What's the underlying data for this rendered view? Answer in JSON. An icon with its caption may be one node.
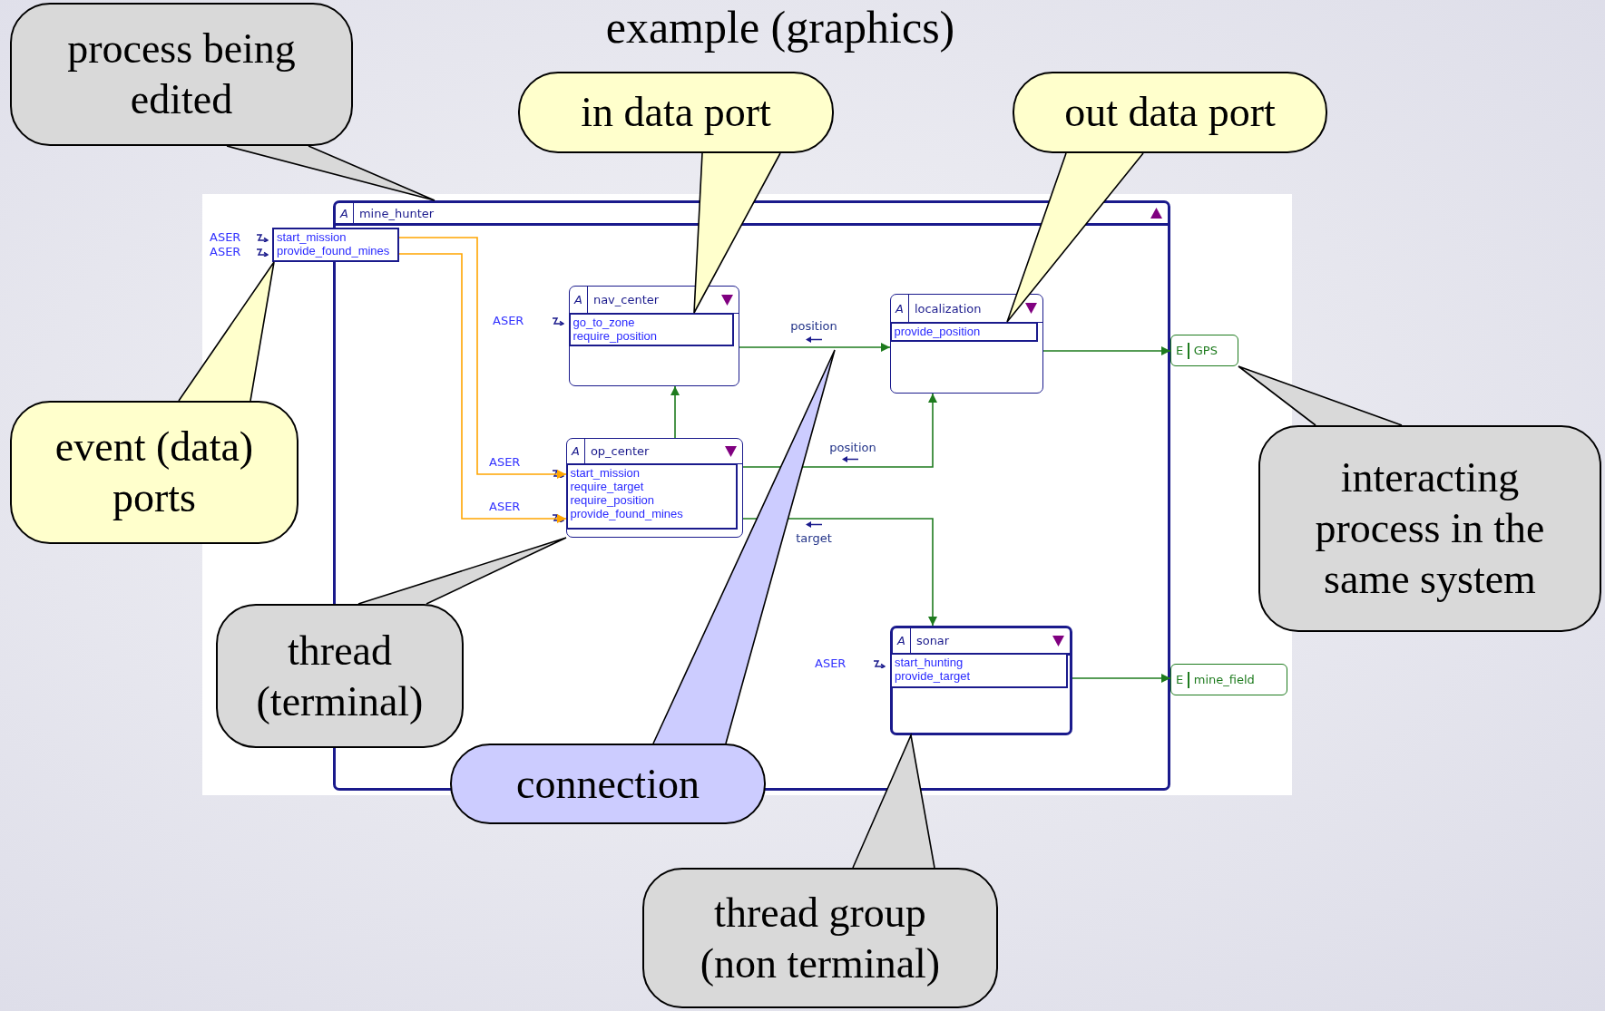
{
  "diagram": {
    "title": "example (graphics)",
    "nodes": [
      {
        "text": [
          "process being edited"
        ]
      },
      {
        "text": [
          "in data port"
        ]
      },
      {
        "text": [
          "out data port"
        ]
      },
      {
        "text": [
          "A",
          "mine_hunter"
        ]
      },
      {
        "text": [
          "start_mission",
          "provide_found_mines"
        ]
      },
      {
        "text": [
          "A",
          "nav_center"
        ],
        "in": 3
      },
      {
        "text": [
          "go_to_zone",
          "require_position"
        ],
        "in": 5
      },
      {
        "text": [
          "A",
          "localization"
        ],
        "in": 3
      },
      {
        "text": [
          "provide_position"
        ],
        "in": 7
      },
      {
        "text": [
          "E",
          "GPS"
        ]
      },
      {
        "text": [
          "event (data) ports"
        ]
      },
      {
        "text": [
          "A",
          "op_center"
        ],
        "in": 3
      },
      {
        "text": [
          "start_mission",
          "require_target",
          "require_position",
          "provide_found_mines"
        ],
        "in": 11
      },
      {
        "text": [
          "interacting process in the same system"
        ]
      },
      {
        "text": [
          "thread (terminal)"
        ]
      },
      {
        "text": [
          "A",
          "sonar"
        ],
        "in": 3
      },
      {
        "text": [
          "start_hunting",
          "provide_target"
        ],
        "in": 15
      },
      {
        "text": [
          "E",
          "mine_field"
        ]
      },
      {
        "text": [
          "connection"
        ]
      },
      {
        "text": [
          "thread group (non terminal)"
        ]
      }
    ],
    "edges": [
      {
        "from": 0,
        "to": 3,
        "arrow": "none"
      },
      {
        "from": 1,
        "to": 6,
        "arrow": "none"
      },
      {
        "from": 2,
        "to": 8,
        "arrow": "none"
      },
      {
        "from": 10,
        "to": 4,
        "arrow": "none"
      },
      {
        "from": 4,
        "to": 12,
        "arrow": "to",
        "color": "#ffa500"
      },
      {
        "from": 4,
        "to": 12,
        "arrow": "to",
        "color": "#ffa500"
      },
      {
        "from": 5,
        "to": 7,
        "arrow": "to",
        "label": "position",
        "color": "#1e7b1e"
      },
      {
        "from": 7,
        "to": 9,
        "arrow": "to",
        "color": "#1e7b1e"
      },
      {
        "from": 11,
        "to": 5,
        "arrow": "to",
        "color": "#1e7b1e"
      },
      {
        "from": 11,
        "to": 7,
        "arrow": "to",
        "label": "position",
        "color": "#1e7b1e"
      },
      {
        "from": 11,
        "to": 15,
        "arrow": "to",
        "label": "target",
        "color": "#1e7b1e"
      },
      {
        "from": 15,
        "to": 17,
        "arrow": "to",
        "color": "#1e7b1e"
      },
      {
        "from": 13,
        "to": 9,
        "arrow": "none"
      },
      {
        "from": 14,
        "to": 11,
        "arrow": "none"
      },
      {
        "from": 18,
        "to": null,
        "arrow": "none"
      },
      {
        "from": 19,
        "to": 15,
        "arrow": "none"
      }
    ],
    "labels": [
      "ASER",
      "ASER",
      "ASER",
      "ASER",
      "ASER",
      "ASER"
    ]
  }
}
